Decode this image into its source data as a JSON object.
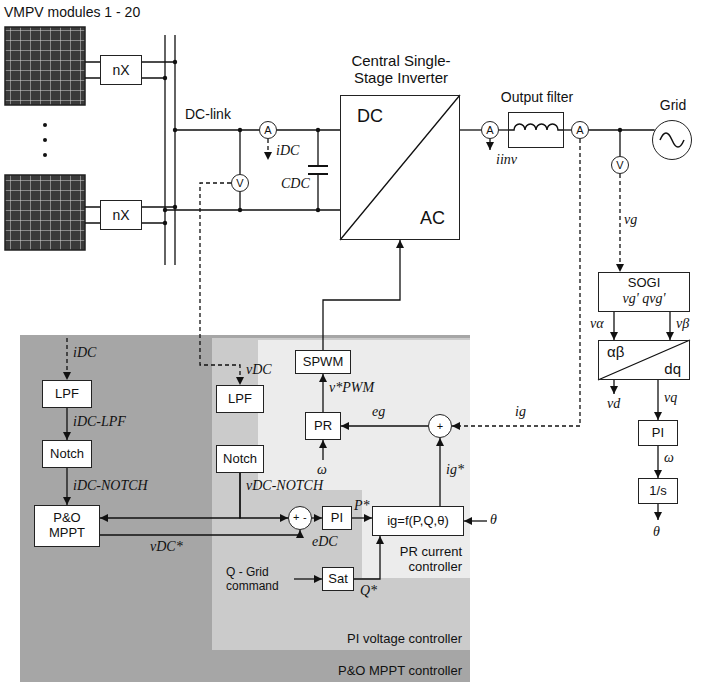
{
  "diagram": {
    "nodes": [
      {
        "text": [
          "nX"
        ]
      },
      {
        "text": [
          "nX"
        ]
      },
      {
        "text": [
          "A"
        ]
      },
      {
        "text": [
          "V"
        ]
      },
      {
        "text": [
          "Central Single-Stage Inverter",
          "DC",
          "AC"
        ]
      },
      {
        "text": [
          "A"
        ]
      },
      {
        "text": [
          "Output filter"
        ]
      },
      {
        "text": [
          "A"
        ]
      },
      {
        "text": [
          "V"
        ]
      },
      {
        "text": [
          "Grid"
        ]
      },
      {
        "text": [
          "SOGI",
          "vg' qvg'"
        ]
      },
      {
        "text": [
          "αβ",
          "dq"
        ]
      },
      {
        "text": [
          "PI"
        ]
      },
      {
        "text": [
          "1/s"
        ]
      },
      {
        "text": [
          "P&O MPPT controller"
        ]
      },
      {
        "text": [
          "PI voltage controller"
        ],
        "in": 14
      },
      {
        "text": [
          "PR current controller"
        ],
        "in": 15
      },
      {
        "text": [
          "LPF"
        ],
        "in": 14
      },
      {
        "text": [
          "Notch"
        ],
        "in": 14
      },
      {
        "text": [
          "P&O MPPT"
        ],
        "in": 14
      },
      {
        "text": [
          "LPF"
        ],
        "in": 15
      },
      {
        "text": [
          "Notch"
        ],
        "in": 15
      },
      {
        "text": [
          "+",
          "-"
        ],
        "in": 15
      },
      {
        "text": [
          "PI"
        ],
        "in": 15
      },
      {
        "text": [
          "Sat"
        ],
        "in": 15
      },
      {
        "text": [
          "SPWM"
        ],
        "in": 16
      },
      {
        "text": [
          "PR"
        ],
        "in": 16
      },
      {
        "text": [
          "+"
        ],
        "in": 16
      },
      {
        "text": [
          "ig=f(P,Q,θ)"
        ],
        "in": 16
      }
    ],
    "edges": [
      {
        "from": 2,
        "to": 4,
        "arrow": "none"
      },
      {
        "from": 4,
        "to": 5,
        "arrow": "none"
      },
      {
        "from": 5,
        "to": 6,
        "arrow": "none"
      },
      {
        "from": 6,
        "to": 7,
        "arrow": "none"
      },
      {
        "from": 7,
        "to": 9,
        "arrow": "none"
      },
      {
        "from": 8,
        "to": 10,
        "arrow": "to",
        "label": "vg"
      },
      {
        "from": 10,
        "to": 11,
        "arrow": "to",
        "label": "vα"
      },
      {
        "from": 10,
        "to": 11,
        "arrow": "to",
        "label": "vβ"
      },
      {
        "from": 11,
        "to": 12,
        "arrow": "to",
        "label": "vq"
      },
      {
        "from": 12,
        "to": 13,
        "arrow": "to",
        "label": "ω"
      },
      {
        "from": 3,
        "to": 20,
        "arrow": "to",
        "label": "vDC"
      },
      {
        "from": 17,
        "to": 18,
        "arrow": "to",
        "label": "iDC-LPF"
      },
      {
        "from": 18,
        "to": 19,
        "arrow": "to",
        "label": "iDC-NOTCH"
      },
      {
        "from": 21,
        "to": 19,
        "arrow": "to"
      },
      {
        "from": 21,
        "to": 22,
        "arrow": "to",
        "label": "vDC-NOTCH"
      },
      {
        "from": 19,
        "to": 22,
        "arrow": "to",
        "label": "vDC*"
      },
      {
        "from": 22,
        "to": 23,
        "arrow": "to",
        "label": "eDC"
      },
      {
        "from": 23,
        "to": 28,
        "arrow": "to",
        "label": "P*"
      },
      {
        "from": 24,
        "to": 28,
        "arrow": "to",
        "label": "Q*"
      },
      {
        "from": 28,
        "to": 27,
        "arrow": "to",
        "label": "ig*"
      },
      {
        "from": 7,
        "to": 27,
        "arrow": "to",
        "label": "ig"
      },
      {
        "from": 27,
        "to": 26,
        "arrow": "to",
        "label": "eg"
      },
      {
        "from": 26,
        "to": 25,
        "arrow": "to",
        "label": "v*PWM"
      },
      {
        "from": 25,
        "to": 4,
        "arrow": "to"
      }
    ],
    "labels": [
      "VMPV modules 1 - 20",
      "DC-link",
      "iDC",
      "CDC",
      "iinv",
      "vd",
      "θ",
      "iDC",
      "ω",
      "Q - Grid command",
      "θ"
    ]
  }
}
